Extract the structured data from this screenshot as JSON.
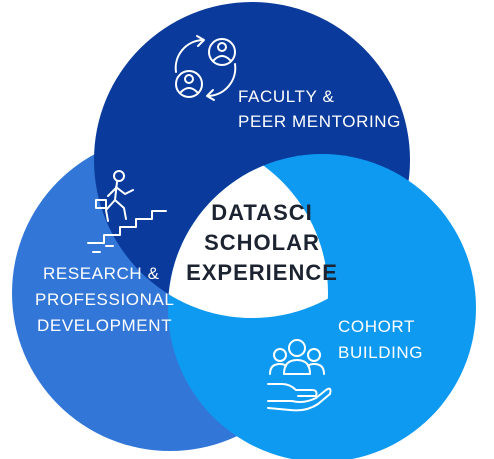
{
  "center": {
    "line1": "DATASCI",
    "line2": "SCHOLAR",
    "line3": "EXPERIENCE"
  },
  "circles": [
    {
      "id": "faculty",
      "line1": "FACULTY &",
      "line2": "PEER MENTORING",
      "color": "#0a3a9b",
      "icon": "mentoring-exchange-icon"
    },
    {
      "id": "research",
      "line1": "RESEARCH &",
      "line2": "PROFESSIONAL",
      "line3": "DEVELOPMENT",
      "color": "#3277d8",
      "icon": "climbing-stairs-icon"
    },
    {
      "id": "cohort",
      "line1": "COHORT",
      "line2": "BUILDING",
      "color": "#0f9af1",
      "icon": "group-in-hand-icon"
    }
  ]
}
